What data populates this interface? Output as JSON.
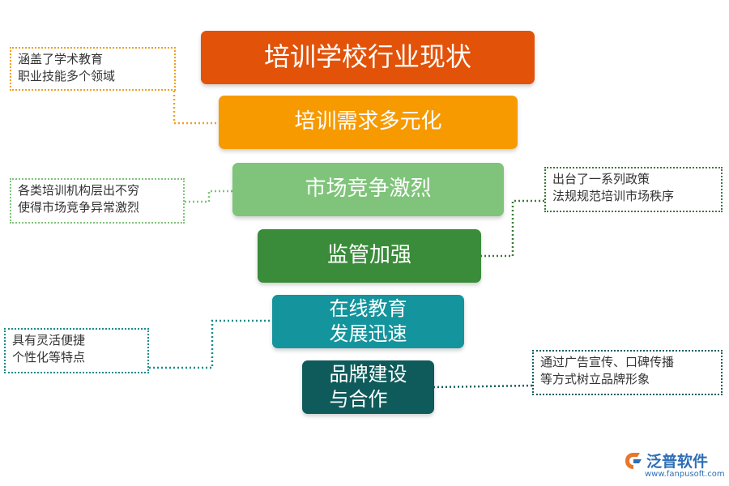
{
  "diagram": {
    "tiers": [
      {
        "lines": [
          "培训学校行业现状"
        ],
        "color": "#e25208"
      },
      {
        "lines": [
          "培训需求多元化"
        ],
        "color": "#f79a00"
      },
      {
        "lines": [
          "市场竞争激烈"
        ],
        "color": "#7fc47a"
      },
      {
        "lines": [
          "监管加强"
        ],
        "color": "#3a8c3a"
      },
      {
        "lines": [
          "在线教育",
          "发展迅速"
        ],
        "color": "#14949c"
      },
      {
        "lines": [
          "品牌建设",
          "与合作"
        ],
        "color": "#0f5b5b"
      }
    ],
    "notes": [
      {
        "lines": [
          "涵盖了学术教育",
          "职业技能多个领域"
        ],
        "color": "#f0a020"
      },
      {
        "lines": [
          "各类培训机构层出不穷",
          "使得市场竞争异常激烈"
        ],
        "color": "#7fc47a"
      },
      {
        "lines": [
          "出台了一系列政策",
          "法规规范培训市场秩序"
        ],
        "color": "#3a7a3a"
      },
      {
        "lines": [
          "具有灵活便捷",
          "个性化等特点"
        ],
        "color": "#1a8a8a"
      },
      {
        "lines": [
          "通过广告宣传、口碑传播",
          "等方式树立品牌形象"
        ],
        "color": "#155e5e"
      }
    ]
  },
  "logo": {
    "name": "泛普软件",
    "url": "www.fanpusoft.com",
    "color": "#2f6fb5"
  }
}
